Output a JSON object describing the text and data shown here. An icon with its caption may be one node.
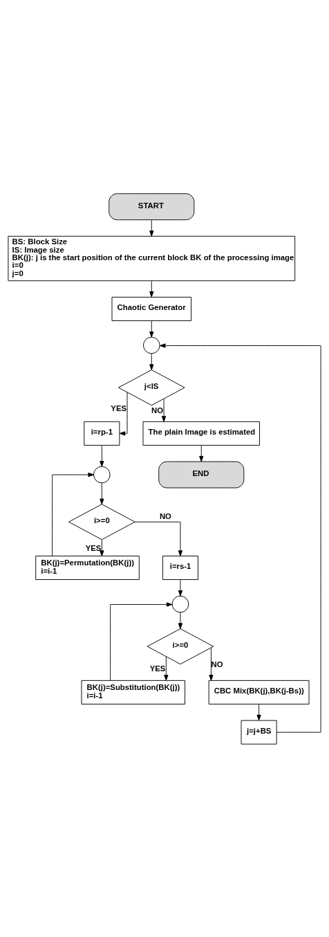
{
  "diagram": {
    "nodes": [
      {
        "text": [
          "START"
        ]
      },
      {
        "text": [
          "BS: Block Size",
          "IS: Image size",
          "BK(j): j is the start position of the current block BK of the processing image",
          "i=0",
          "j=0"
        ]
      },
      {
        "text": [
          "Chaotic Generator"
        ]
      },
      {
        "text": [],
        "shape": "circle"
      },
      {
        "text": [
          "j<IS"
        ]
      },
      {
        "text": [
          "i=rp-1"
        ]
      },
      {
        "text": [
          "The plain Image is estimated"
        ]
      },
      {
        "text": [],
        "shape": "circle"
      },
      {
        "text": [
          "i>=0"
        ]
      },
      {
        "text": [
          "END"
        ]
      },
      {
        "text": [
          "BK(j)=Permutation(BK(j))",
          "i=i-1"
        ]
      },
      {
        "text": [
          "i=rs-1"
        ]
      },
      {
        "text": [],
        "shape": "circle"
      },
      {
        "text": [
          "i>=0"
        ]
      },
      {
        "text": [
          "BK(j)=Substitution(BK(j))",
          "i=i-1"
        ]
      },
      {
        "text": [
          "CBC Mix(BK(j),BK(j-Bs))"
        ]
      },
      {
        "text": [
          "j=j+BS"
        ]
      }
    ],
    "edges": [
      {
        "from": 0,
        "to": 1,
        "arrow": "to"
      },
      {
        "from": 1,
        "to": 2,
        "arrow": "to"
      },
      {
        "from": 2,
        "to": 3,
        "arrow": "to"
      },
      {
        "from": 3,
        "to": 4,
        "arrow": "to"
      },
      {
        "from": 4,
        "to": 5,
        "arrow": "to",
        "label": "YES"
      },
      {
        "from": 4,
        "to": 6,
        "arrow": "to",
        "label": "NO"
      },
      {
        "from": 5,
        "to": 7,
        "arrow": "to"
      },
      {
        "from": 6,
        "to": 9,
        "arrow": "to"
      },
      {
        "from": 7,
        "to": 8,
        "arrow": "to"
      },
      {
        "from": 8,
        "to": 10,
        "arrow": "to",
        "label": "YES"
      },
      {
        "from": 10,
        "to": 7,
        "arrow": "to"
      },
      {
        "from": 8,
        "to": 11,
        "arrow": "to",
        "label": "NO"
      },
      {
        "from": 11,
        "to": 12,
        "arrow": "to"
      },
      {
        "from": 12,
        "to": 13,
        "arrow": "to"
      },
      {
        "from": 13,
        "to": 14,
        "arrow": "to",
        "label": "YES"
      },
      {
        "from": 14,
        "to": 12,
        "arrow": "to"
      },
      {
        "from": 13,
        "to": 15,
        "arrow": "to",
        "label": "NO"
      },
      {
        "from": 15,
        "to": 16,
        "arrow": "to"
      },
      {
        "from": 16,
        "to": 3,
        "arrow": "to"
      }
    ]
  }
}
